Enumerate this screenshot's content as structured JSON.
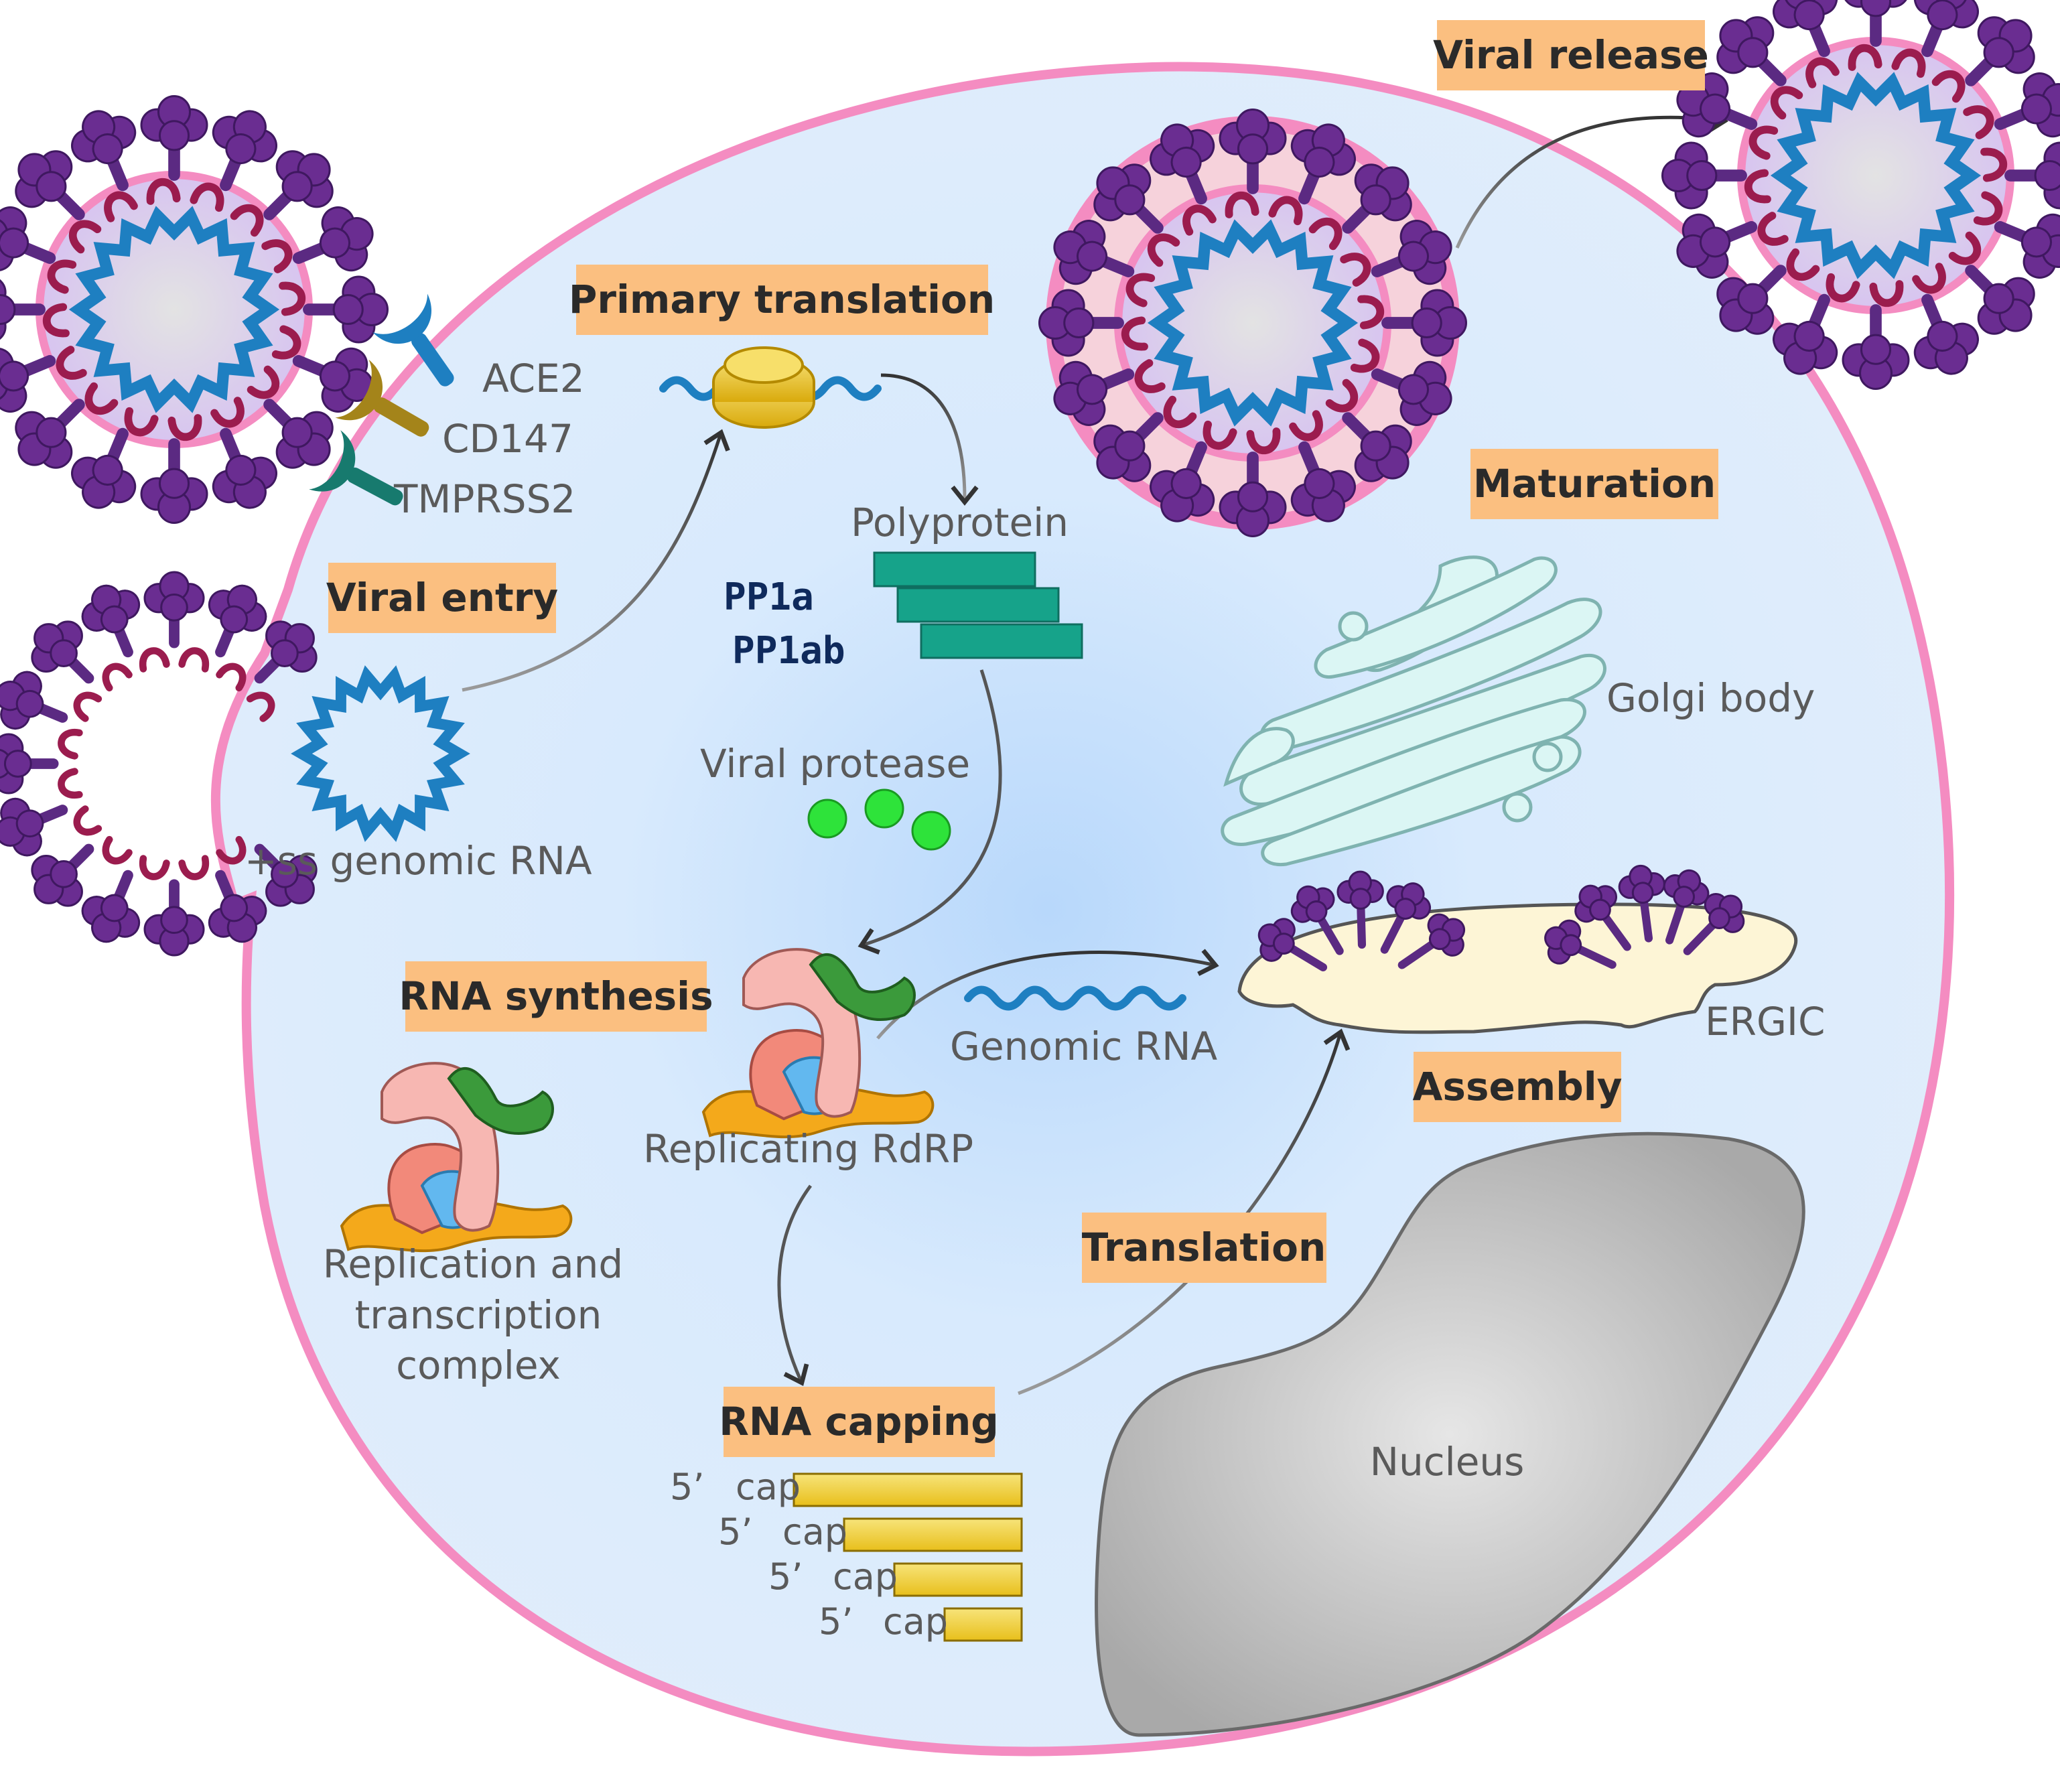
{
  "stages": {
    "viral_release": "Viral release",
    "primary_translation": "Primary translation",
    "maturation": "Maturation",
    "viral_entry": "Viral entry",
    "rna_synthesis": "RNA synthesis",
    "assembly": "Assembly",
    "translation": "Translation",
    "rna_capping": "RNA capping"
  },
  "labels": {
    "ace2": "ACE2",
    "cd147": "CD147",
    "tmprss2": "TMPRSS2",
    "polyprotein": "Polyprotein",
    "pp1a": "PP1a",
    "pp1ab": "PP1ab",
    "viral_protease": "Viral protease",
    "genomic_rna_ss": "+ss genomic RNA",
    "golgi_body": "Golgi body",
    "genomic_rna": "Genomic RNA",
    "ergic": "ERGIC",
    "replicating_rdrp": "Replicating RdRP",
    "rtc_line1": "Replication and",
    "rtc_line2": "transcription",
    "rtc_line3": "complex",
    "nucleus": "Nucleus",
    "cap_prefix": "5’",
    "cap_word": "cap"
  },
  "colors": {
    "stage_box": "#fbbf80",
    "cell_fill": "#dcebfb",
    "membrane": "#f48cc1",
    "spike": "#6a2d91",
    "capsid": "#1e7fc1",
    "polyprotein": "#16a38a",
    "protease": "#2ee33a",
    "nucleus": "#c9c9c9",
    "golgi": "#dbf6f4",
    "ergic": "#fdf5d6",
    "rdrp_pink": "#f7b7b2",
    "rdrp_green": "#3b9a3b",
    "rdrp_orange": "#f4a91b",
    "rdrp_blue": "#62b8ef",
    "ribosome": "#f2c81e",
    "capped_rna": "#f6d64e"
  }
}
